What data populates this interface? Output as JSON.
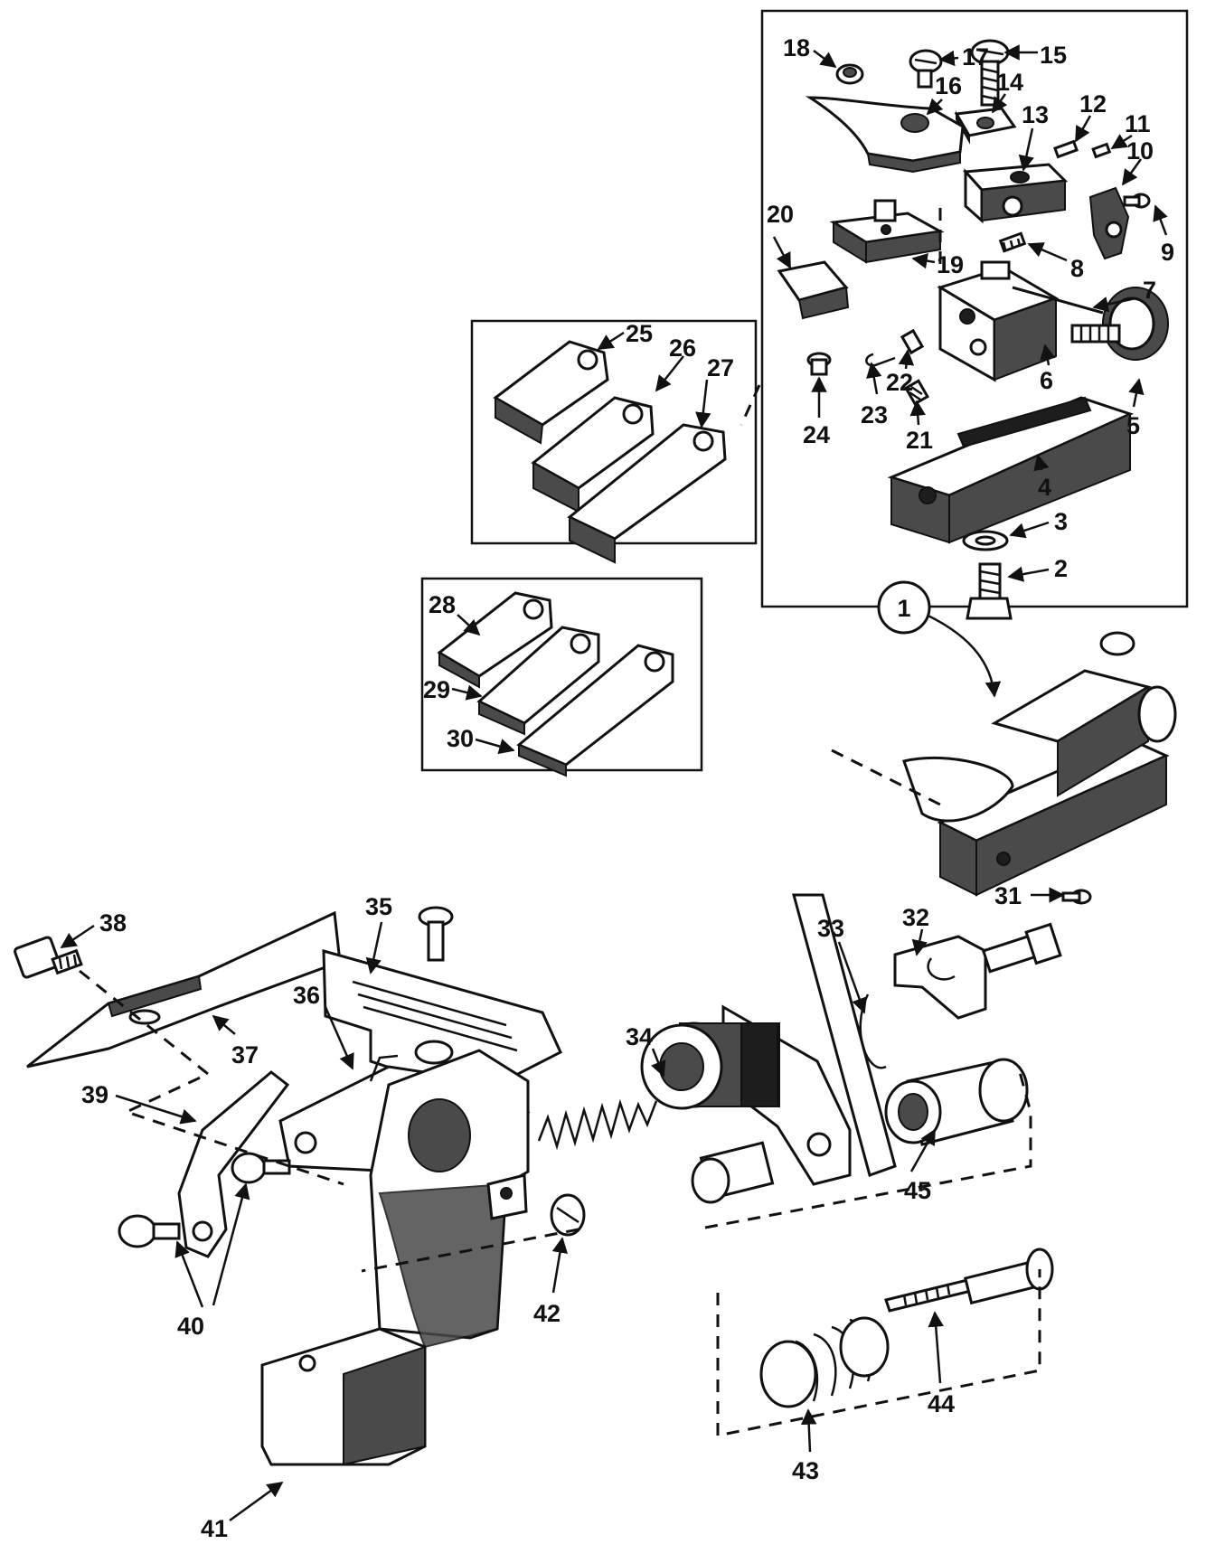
{
  "labels": {
    "p1": "1",
    "p2": "2",
    "p3": "3",
    "p4": "4",
    "p5": "5",
    "p6": "6",
    "p7": "7",
    "p8": "8",
    "p9": "9",
    "p10": "10",
    "p11": "11",
    "p12": "12",
    "p13": "13",
    "p14": "14",
    "p15": "15",
    "p16": "16",
    "p17": "17",
    "p18": "18",
    "p19": "19",
    "p20": "20",
    "p21": "21",
    "p22": "22",
    "p23": "23",
    "p24": "24",
    "p25": "25",
    "p26": "26",
    "p27": "27",
    "p28": "28",
    "p29": "29",
    "p30": "30",
    "p31": "31",
    "p32": "32",
    "p33": "33",
    "p34": "34",
    "p35": "35",
    "p36": "36",
    "p37": "37",
    "p38": "38",
    "p39": "39",
    "p40": "40",
    "p41": "41",
    "p42": "42",
    "p43": "43",
    "p44": "44",
    "p45": "45"
  }
}
